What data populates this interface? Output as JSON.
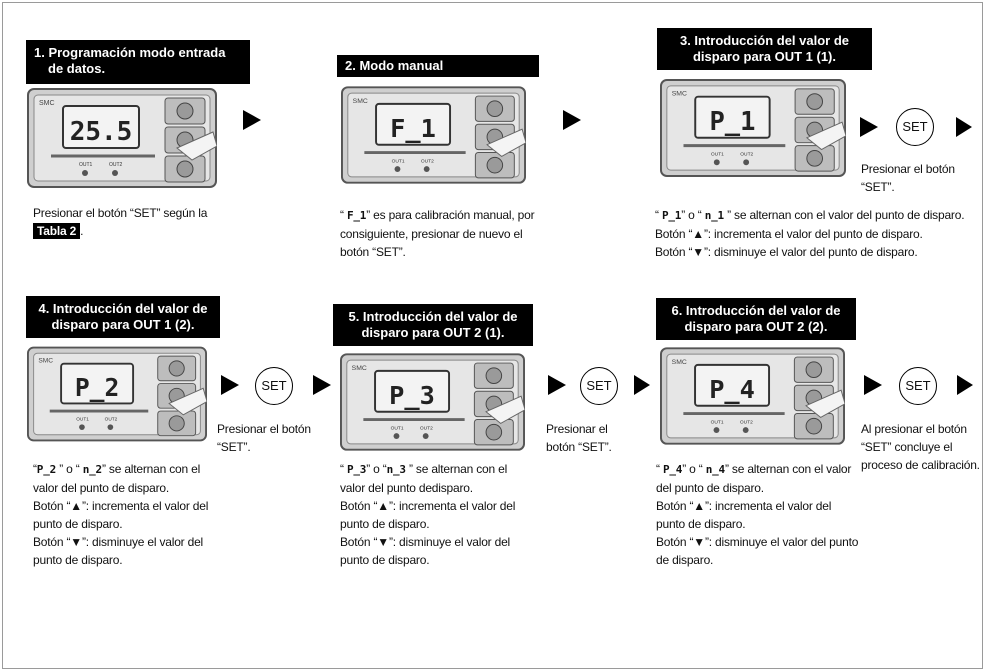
{
  "steps": [
    {
      "title": "1. Programación modo entrada de datos.",
      "title_lines": [
        "1. Programación modo entrada",
        "de datos."
      ],
      "display": "25.5",
      "text_before": "Presionar el botón “SET” según la",
      "table_ref": "Tabla 2",
      "text_after": "."
    },
    {
      "title": "2. Modo manual",
      "display": "F_1",
      "desc_code": "F_1",
      "desc": "es para calibración manual, por consiguiente, presionar de nuevo el botón “SET”."
    },
    {
      "title_lines": [
        "3. Introducción del valor de",
        "disparo para OUT 1 (1)."
      ],
      "display": "P_1",
      "codes": [
        "P_1",
        "n_1"
      ],
      "alternate": "se alternan con el valor del punto de disparo.",
      "up": "Botón “▲”: incrementa el valor del punto de disparo.",
      "down": "Botón “▼”: disminuye el valor del punto de disparo.",
      "after_set": "Presionar el botón “SET”."
    },
    {
      "title_lines": [
        "4. Introducción del valor de",
        "disparo para OUT 1 (2)."
      ],
      "display": "P_2",
      "codes": [
        "P_2",
        "n_2"
      ],
      "alternate": "se alternan con el valor del punto de disparo.",
      "up": "Botón “▲”: incrementa el valor del punto de disparo.",
      "down": "Botón “▼”: disminuye el valor del punto de disparo.",
      "after_set": "Presionar el botón “SET”."
    },
    {
      "title_lines": [
        "5. Introducción del valor de",
        "disparo para OUT 2 (1)."
      ],
      "display": "P_3",
      "codes": [
        "P_3",
        "n_3"
      ],
      "alternate": "se alternan con el valor del punto dedisparo.",
      "up": "Botón “▲”: incrementa el valor del punto de disparo.",
      "down": "Botón “▼”: disminuye el valor del punto de disparo.",
      "after_set": "Presionar el botón “SET”."
    },
    {
      "title_lines": [
        "6. Introducción del valor de",
        "disparo para OUT 2 (2)."
      ],
      "display": "P_4",
      "codes": [
        "P_4",
        "n_4"
      ],
      "alternate": "se alternan con el valor del punto de disparo.",
      "up": "Botón “▲”: incrementa el valor del punto de disparo.",
      "down": "Botón “▼”: disminuye el valor del punto de disparo.",
      "after_set": "Al presionar el botón “SET” concluye el proceso de calibración."
    }
  ],
  "set_label": "SET",
  "device": {
    "brand": "SMC",
    "out1": "OUT1",
    "out2": "OUT2"
  }
}
